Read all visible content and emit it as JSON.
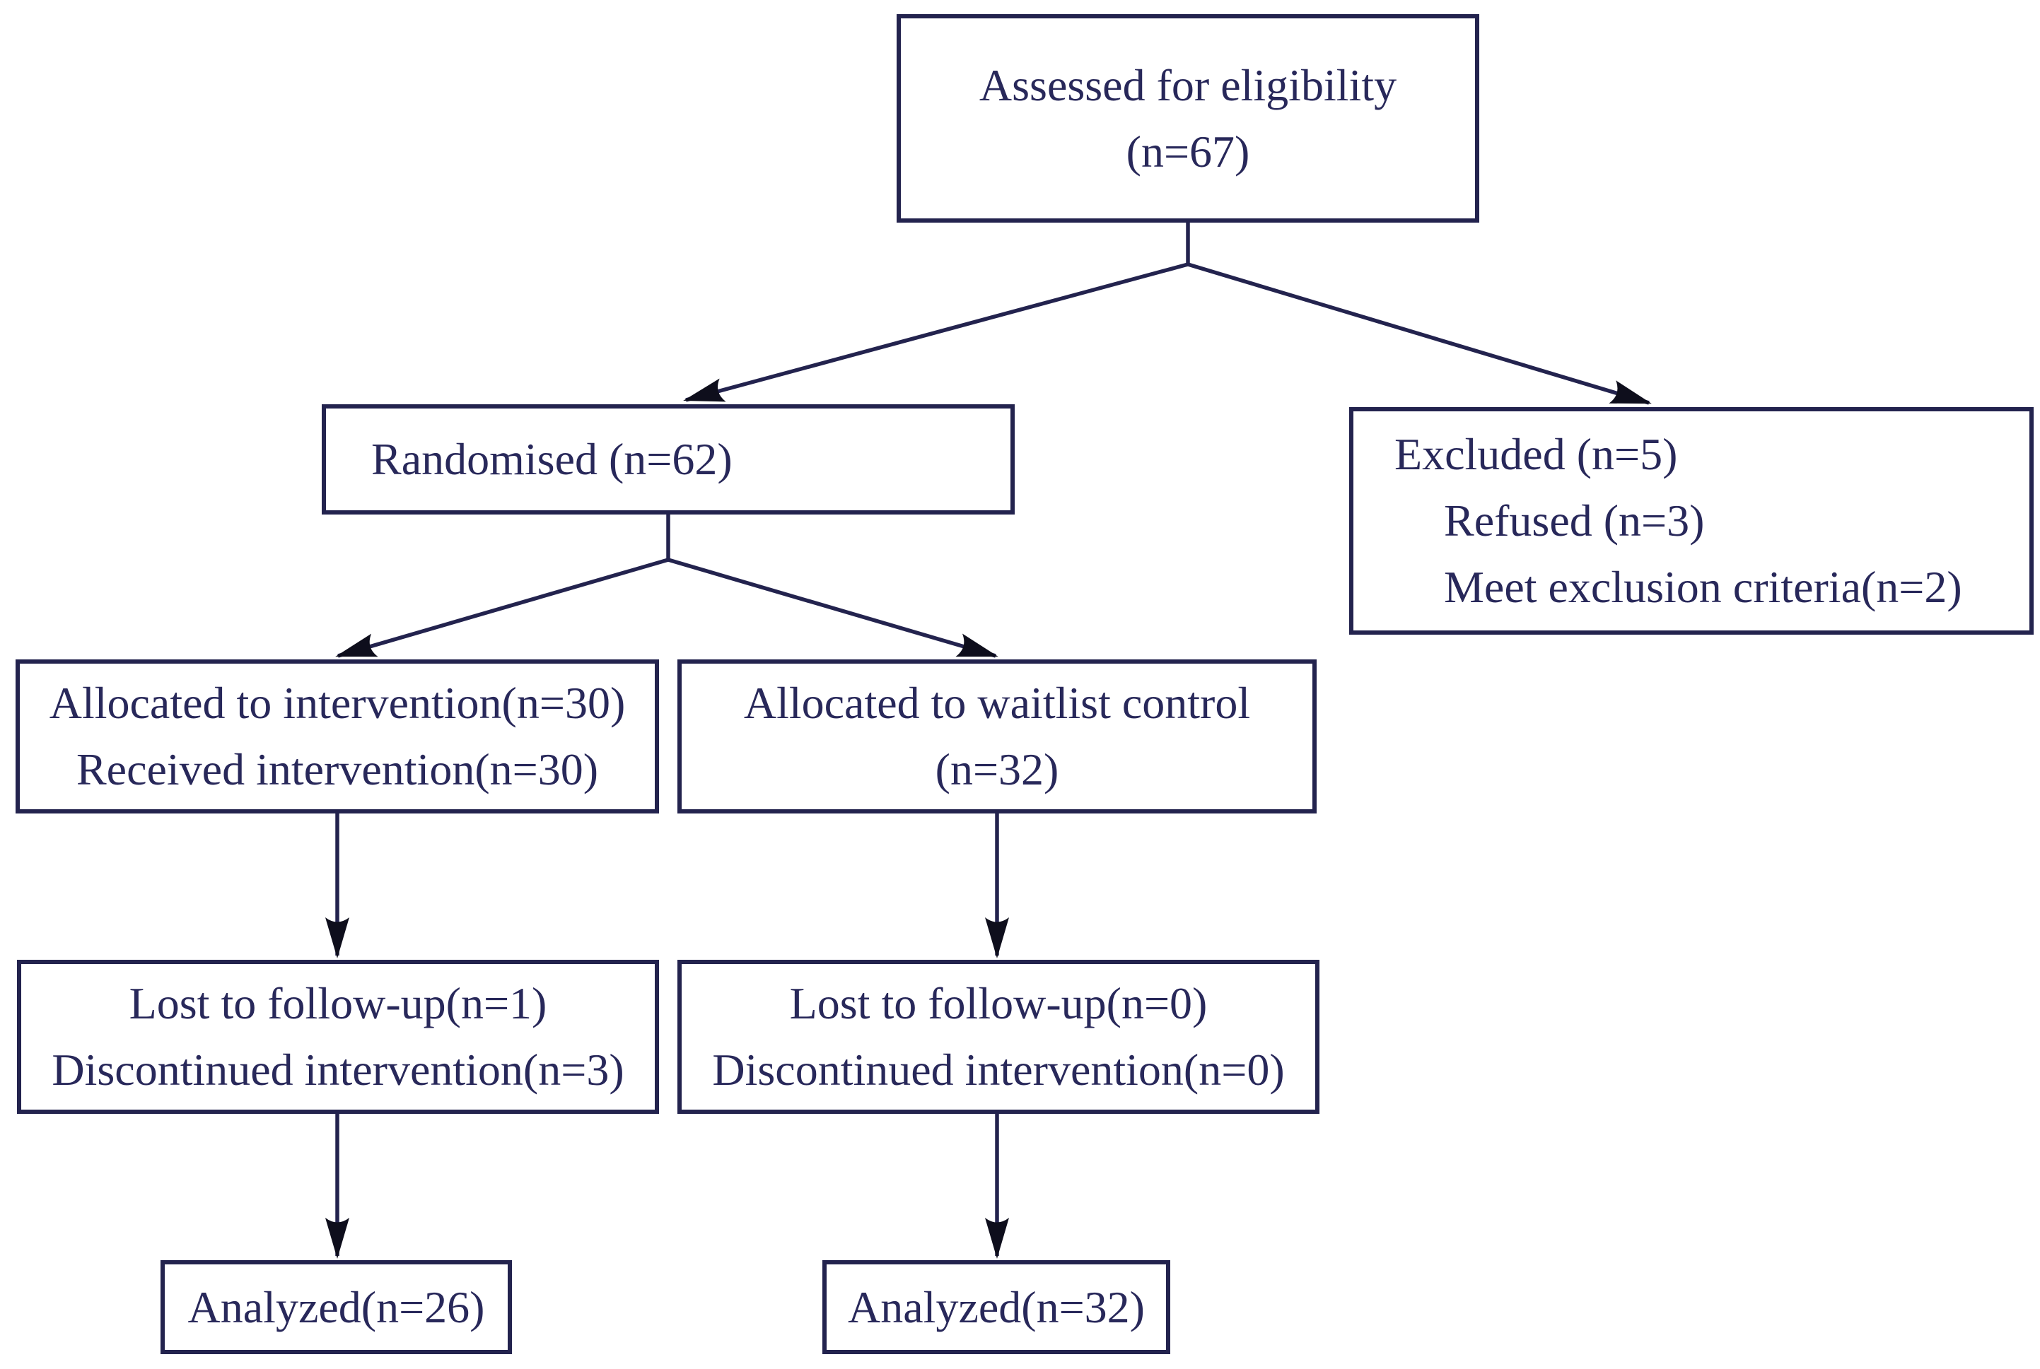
{
  "diagram": {
    "type": "consort-flow-diagram",
    "colors": {
      "line": "#23234e",
      "text": "#28285a",
      "arrowhead": "#0e0e1c",
      "background": "#ffffff"
    },
    "boxes": {
      "assessed": {
        "lines": [
          "Assessed for eligibility",
          "(n=67)"
        ]
      },
      "randomised": {
        "lines": [
          "Randomised (n=62)"
        ]
      },
      "excluded": {
        "lines": [
          "Excluded (n=5)",
          "Refused (n=3)",
          "Meet exclusion criteria(n=2)"
        ]
      },
      "allocated_intervention": {
        "lines": [
          "Allocated to intervention(n=30)",
          "Received intervention(n=30)"
        ]
      },
      "allocated_waitlist": {
        "lines": [
          "Allocated to waitlist control",
          "(n=32)"
        ]
      },
      "lost_intervention": {
        "lines": [
          "Lost to follow-up(n=1)",
          "Discontinued intervention(n=3)"
        ]
      },
      "lost_waitlist": {
        "lines": [
          "Lost to follow-up(n=0)",
          "Discontinued intervention(n=0)"
        ]
      },
      "analyzed_intervention": {
        "lines": [
          "Analyzed(n=26)"
        ]
      },
      "analyzed_waitlist": {
        "lines": [
          "Analyzed(n=32)"
        ]
      }
    }
  }
}
